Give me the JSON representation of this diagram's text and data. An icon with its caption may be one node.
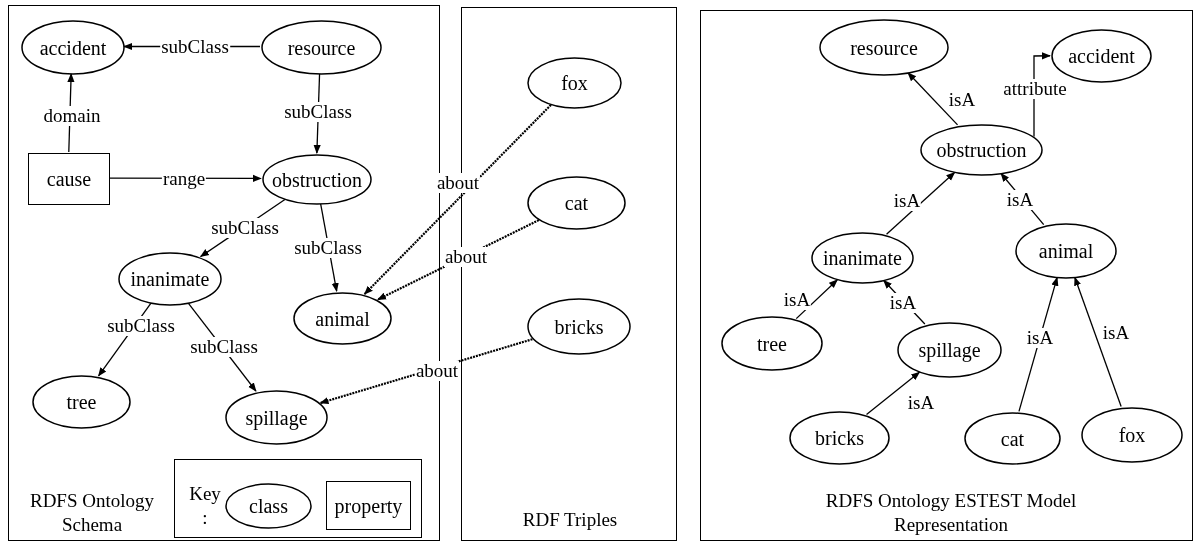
{
  "diagram": {
    "nodes": [
      {
        "text": [
          "RDFS Ontology Schema"
        ]
      },
      {
        "text": [
          "accident"
        ],
        "in": 0
      },
      {
        "text": [
          "resource"
        ],
        "in": 0
      },
      {
        "text": [
          "cause"
        ],
        "in": 0
      },
      {
        "text": [
          "obstruction"
        ],
        "in": 0
      },
      {
        "text": [
          "inanimate"
        ],
        "in": 0
      },
      {
        "text": [
          "animal"
        ],
        "in": 0
      },
      {
        "text": [
          "tree"
        ],
        "in": 0
      },
      {
        "text": [
          "spillage"
        ],
        "in": 0
      },
      {
        "text": [
          "Key :"
        ],
        "in": 0
      },
      {
        "text": [
          "class"
        ],
        "in": 9
      },
      {
        "text": [
          "property"
        ],
        "in": 9
      },
      {
        "text": [
          "RDF Triples"
        ]
      },
      {
        "text": [
          "fox"
        ],
        "in": 12
      },
      {
        "text": [
          "cat"
        ],
        "in": 12
      },
      {
        "text": [
          "bricks"
        ],
        "in": 12
      },
      {
        "text": [
          "RDFS Ontology ESTEST Model Representation"
        ]
      },
      {
        "text": [
          "resource"
        ],
        "in": 16
      },
      {
        "text": [
          "accident"
        ],
        "in": 16
      },
      {
        "text": [
          "obstruction"
        ],
        "in": 16
      },
      {
        "text": [
          "inanimate"
        ],
        "in": 16
      },
      {
        "text": [
          "animal"
        ],
        "in": 16
      },
      {
        "text": [
          "tree"
        ],
        "in": 16
      },
      {
        "text": [
          "spillage"
        ],
        "in": 16
      },
      {
        "text": [
          "bricks"
        ],
        "in": 16
      },
      {
        "text": [
          "cat"
        ],
        "in": 16
      },
      {
        "text": [
          "fox"
        ],
        "in": 16
      }
    ],
    "edges": [
      {
        "from": 2,
        "to": 1,
        "arrow": "to",
        "label": "subClass"
      },
      {
        "from": 3,
        "to": 1,
        "arrow": "to",
        "label": "domain"
      },
      {
        "from": 2,
        "to": 4,
        "arrow": "to",
        "label": "subClass"
      },
      {
        "from": 3,
        "to": 4,
        "arrow": "to",
        "label": "range"
      },
      {
        "from": 4,
        "to": 5,
        "arrow": "to",
        "label": "subClass"
      },
      {
        "from": 4,
        "to": 6,
        "arrow": "to",
        "label": "subClass"
      },
      {
        "from": 5,
        "to": 7,
        "arrow": "to",
        "label": "subClass"
      },
      {
        "from": 5,
        "to": 8,
        "arrow": "to",
        "label": "subClass"
      },
      {
        "from": 13,
        "to": 6,
        "arrow": "to",
        "label": "about",
        "style": "dashed"
      },
      {
        "from": 14,
        "to": 6,
        "arrow": "to",
        "label": "about",
        "style": "dashed"
      },
      {
        "from": 15,
        "to": 8,
        "arrow": "to",
        "label": "about",
        "style": "dashed"
      },
      {
        "from": 19,
        "to": 17,
        "arrow": "to",
        "label": "isA"
      },
      {
        "from": 19,
        "to": 18,
        "arrow": "to",
        "label": "attribute"
      },
      {
        "from": 20,
        "to": 19,
        "arrow": "to",
        "label": "isA"
      },
      {
        "from": 21,
        "to": 19,
        "arrow": "to",
        "label": "isA"
      },
      {
        "from": 22,
        "to": 20,
        "arrow": "to",
        "label": "isA"
      },
      {
        "from": 23,
        "to": 20,
        "arrow": "to",
        "label": "isA"
      },
      {
        "from": 24,
        "to": 23,
        "arrow": "to",
        "label": "isA"
      },
      {
        "from": 25,
        "to": 21,
        "arrow": "to",
        "label": "isA"
      },
      {
        "from": 26,
        "to": 21,
        "arrow": "to",
        "label": "isA"
      }
    ]
  }
}
